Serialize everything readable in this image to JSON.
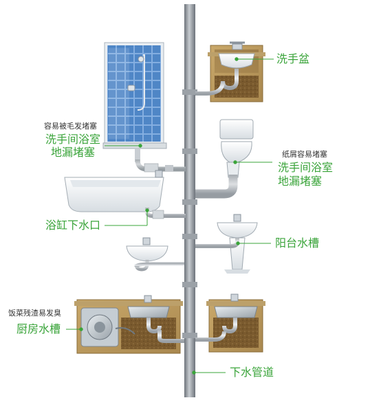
{
  "labels": {
    "wash_basin": "洗手盆",
    "hair_clog_note": "容易被毛发堵塞",
    "bathroom_floor_drain_left_1": "洗手间浴室",
    "bathroom_floor_drain_left_2": "地漏堵塞",
    "paper_clog_note": "纸屑容易堵塞",
    "bathroom_floor_drain_right_1": "洗手间浴室",
    "bathroom_floor_drain_right_2": "地漏堵塞",
    "bathtub_drain": "浴缸下水口",
    "balcony_sink": "阳台水槽",
    "food_waste_note": "饭菜残渣易发臭",
    "kitchen_sink": "厨房水槽",
    "drain_pipe": "下水管道"
  },
  "colors": {
    "label_green": "#3aa43a",
    "callout_line": "#3aa43a",
    "pipe_gray": "#8a9096",
    "cabinet_wood": "#c8a468",
    "shower_blue": "#3f7fc8"
  }
}
